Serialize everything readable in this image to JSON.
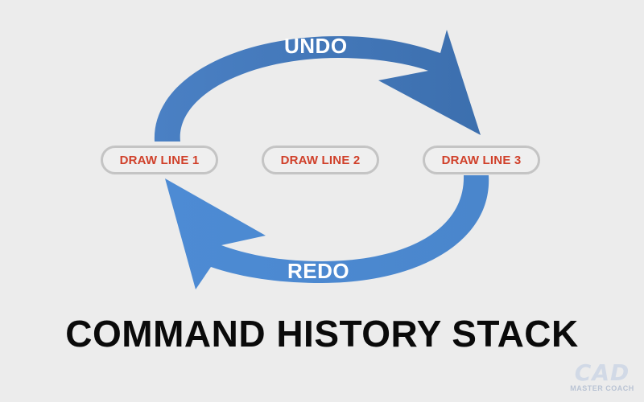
{
  "diagram": {
    "title": "COMMAND HISTORY STACK",
    "arrows": {
      "undo": {
        "label": "UNDO",
        "color": "#3f74b8"
      },
      "redo": {
        "label": "REDO",
        "color": "#4d89d0"
      }
    },
    "stack_items": [
      "DRAW LINE 1",
      "DRAW LINE 2",
      "DRAW LINE 3"
    ],
    "item_text_color": "#d0402a"
  },
  "logo": {
    "line1": "CAD",
    "line2": "MASTER COACH"
  }
}
